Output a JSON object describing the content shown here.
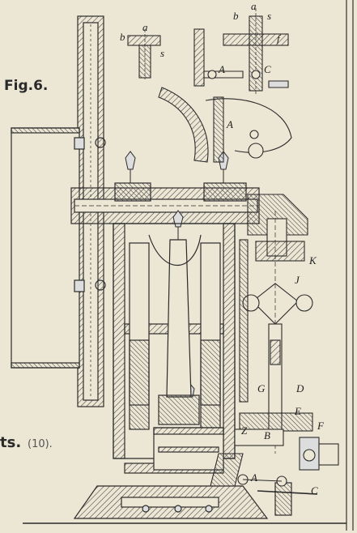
{
  "figure": {
    "label": "Fig.6.",
    "caption_fragment": "ts.",
    "caption_number": "(10)."
  },
  "letters": {
    "detail_left": {
      "a": "a",
      "b": "b",
      "s": "s"
    },
    "detail_right": {
      "a": "a",
      "b": "b",
      "s": "s",
      "f": "f",
      "A": "A",
      "C": "C"
    },
    "detail_mid": {
      "A": "A"
    },
    "main": {
      "K": "K",
      "J": "J",
      "G": "G",
      "D": "D",
      "E": "E",
      "F": "F",
      "Z": "Z",
      "B": "B",
      "A": "A",
      "C": "C"
    }
  },
  "colors": {
    "paper": "#ece6d4",
    "ink": "#2b2b2b",
    "hatch": "#3a3a3a"
  }
}
